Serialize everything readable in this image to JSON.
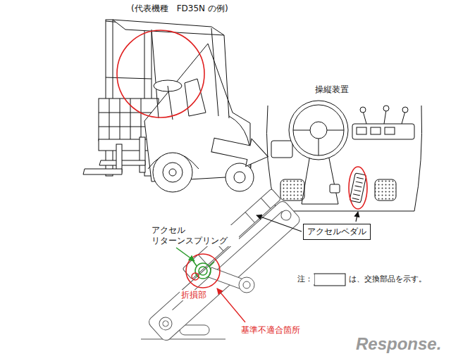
{
  "diagram": {
    "title": "(代表機種　FD35N の例)",
    "nodes": [
      {
        "text": [
          "アクセルペダル"
        ]
      }
    ],
    "labels": [
      "操縦装置",
      "アクセル リターンスプリング",
      "折損部",
      "基準不適合箇所",
      "注：",
      "は、交換部品を示す。",
      "Response."
    ]
  }
}
